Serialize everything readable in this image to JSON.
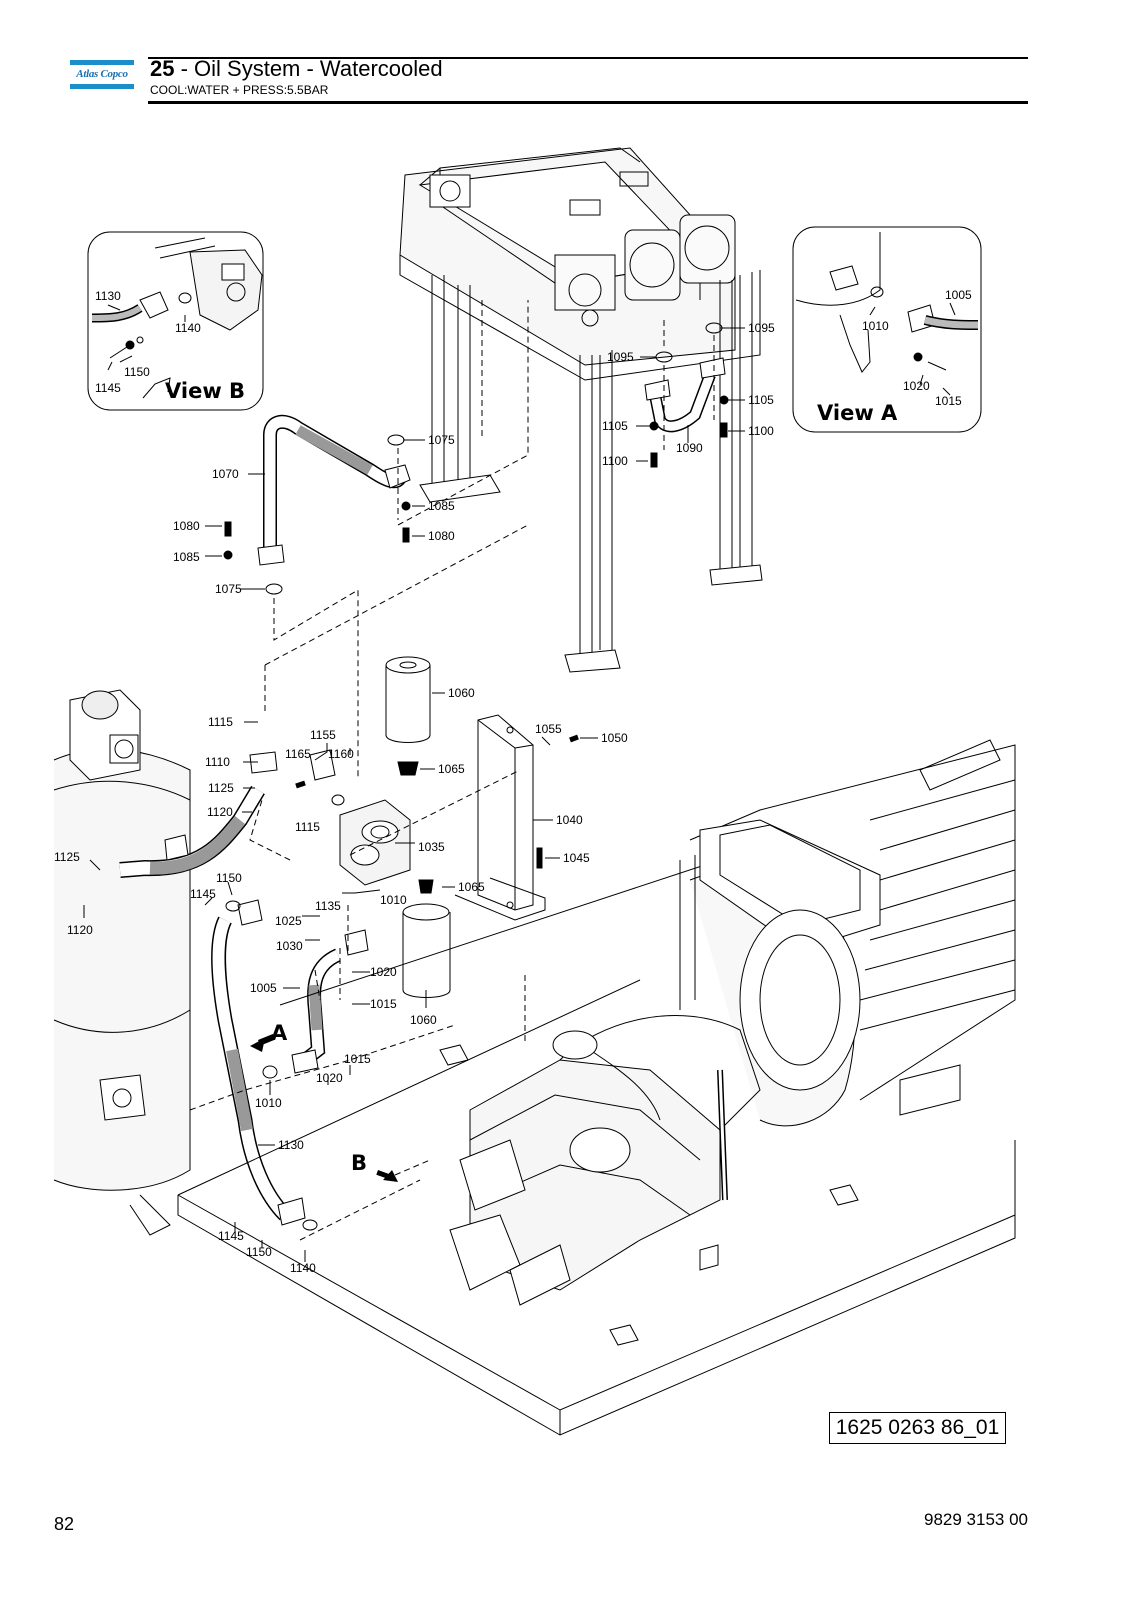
{
  "header": {
    "logo_text": "Atlas Copco",
    "section_number": "25",
    "section_title": " - Oil System - Watercooled",
    "subtitle": "COOL:WATER + PRESS:5.5BAR"
  },
  "views": {
    "view_a": "View A",
    "view_b": "View B",
    "marker_a": "A",
    "marker_b": "B"
  },
  "callouts": {
    "vb_1130": "1130",
    "vb_1140": "1140",
    "vb_1150": "1150",
    "vb_1145": "1145",
    "va_1005": "1005",
    "va_1010": "1010",
    "va_1020": "1020",
    "va_1015": "1015",
    "c1095a": "1095",
    "c1095b": "1095",
    "c1105a": "1105",
    "c1105b": "1105",
    "c1100a": "1100",
    "c1100b": "1100",
    "c1090": "1090",
    "c1075a": "1075",
    "c1075b": "1075",
    "c1070": "1070",
    "c1085a": "1085",
    "c1085b": "1085",
    "c1080a": "1080",
    "c1080b": "1080",
    "c1060a": "1060",
    "c1060b": "1060",
    "c1065a": "1065",
    "c1065b": "1065",
    "c1055": "1055",
    "c1050": "1050",
    "c1040": "1040",
    "c1045": "1045",
    "c1115a": "1115",
    "c1115b": "1115",
    "c1155": "1155",
    "c1165": "1165",
    "c1160": "1160",
    "c1110": "1110",
    "c1125a": "1125",
    "c1125b": "1125",
    "c1120a": "1120",
    "c1120b": "1120",
    "c1035": "1035",
    "c1150a": "1150",
    "c1150b": "1150",
    "c1145a": "1145",
    "c1145b": "1145",
    "c1135": "1135",
    "c1010a": "1010",
    "c1010b": "1010",
    "c1025": "1025",
    "c1030": "1030",
    "c1020a": "1020",
    "c1020b": "1020",
    "c1005": "1005",
    "c1015a": "1015",
    "c1015b": "1015",
    "c1130": "1130",
    "c1140": "1140"
  },
  "drawing_number": "1625 0263 86_01",
  "footer": {
    "page_number": "82",
    "document_number": "9829 3153 00"
  }
}
